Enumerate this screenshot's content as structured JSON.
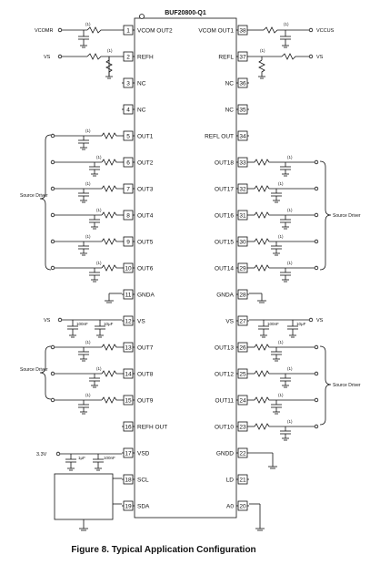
{
  "chip": {
    "title": "BUF20800-Q1",
    "left_pins": [
      {
        "num": "1",
        "label": "VCOM OUT2"
      },
      {
        "num": "2",
        "label": "REFH"
      },
      {
        "num": "3",
        "label": "NC"
      },
      {
        "num": "4",
        "label": "NC"
      },
      {
        "num": "5",
        "label": "OUT1"
      },
      {
        "num": "6",
        "label": "OUT2"
      },
      {
        "num": "7",
        "label": "OUT3"
      },
      {
        "num": "8",
        "label": "OUT4"
      },
      {
        "num": "9",
        "label": "OUT5"
      },
      {
        "num": "10",
        "label": "OUT6"
      },
      {
        "num": "11",
        "label": "GNDA"
      },
      {
        "num": "12",
        "label": "VS"
      },
      {
        "num": "13",
        "label": "OUT7"
      },
      {
        "num": "14",
        "label": "OUT8"
      },
      {
        "num": "15",
        "label": "OUT9"
      },
      {
        "num": "16",
        "label": "REFH OUT"
      },
      {
        "num": "17",
        "label": "VSD"
      },
      {
        "num": "18",
        "label": "SCL"
      },
      {
        "num": "19",
        "label": "SDA"
      }
    ],
    "right_pins": [
      {
        "num": "38",
        "label": "VCOM OUT1"
      },
      {
        "num": "37",
        "label": "REFL"
      },
      {
        "num": "36",
        "label": "NC"
      },
      {
        "num": "35",
        "label": "NC"
      },
      {
        "num": "34",
        "label": "REFL OUT"
      },
      {
        "num": "33",
        "label": "OUT18"
      },
      {
        "num": "32",
        "label": "OUT17"
      },
      {
        "num": "31",
        "label": "OUT16"
      },
      {
        "num": "30",
        "label": "OUT15"
      },
      {
        "num": "29",
        "label": "OUT14"
      },
      {
        "num": "28",
        "label": "GNDA"
      },
      {
        "num": "27",
        "label": "VS"
      },
      {
        "num": "26",
        "label": "OUT13"
      },
      {
        "num": "25",
        "label": "OUT12"
      },
      {
        "num": "24",
        "label": "OUT11"
      },
      {
        "num": "23",
        "label": "OUT10"
      },
      {
        "num": "22",
        "label": "GNDD"
      },
      {
        "num": "21",
        "label": "LD"
      },
      {
        "num": "20",
        "label": "A0"
      }
    ]
  },
  "labels": {
    "vcom_left": "VCOMR",
    "vcom_right": "VCCUS",
    "vs_left": "VS",
    "vs_right": "VS",
    "vs_mid_left": "VS",
    "vs_mid_right": "VS",
    "cap_100nf": "100nF",
    "cap_10uf": "10μF",
    "cap_1uf": "1μF",
    "cap_100nf_b": "100nF",
    "supply_3v3": "3.3V",
    "note": "(1)",
    "source_driver": "Source Driver"
  },
  "caption": "Figure 8.  Typical Application Configuration"
}
